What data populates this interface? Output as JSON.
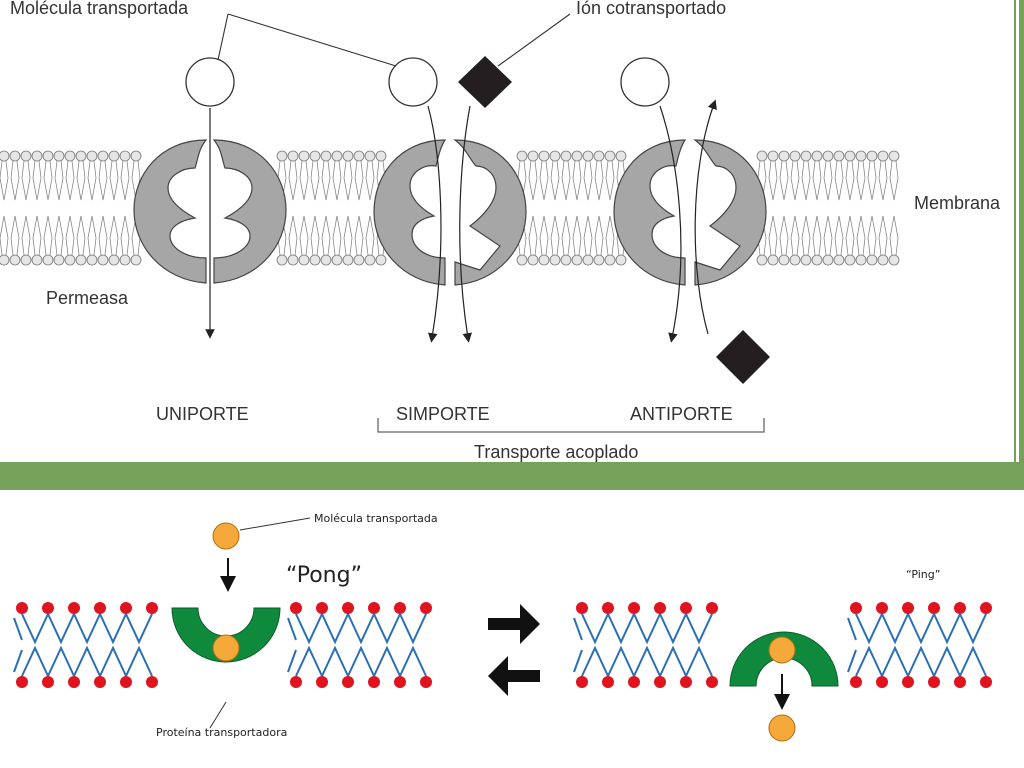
{
  "top": {
    "label_molecule": "Molécula transportada",
    "label_ion": "Ión cotransportado",
    "label_membrane": "Membrana",
    "label_permease": "Permeasa",
    "label_uniport": "UNIPORTE",
    "label_symport": "SIMPORTE",
    "label_antiport": "ANTIPORTE",
    "label_coupled": "Transporte acoplado"
  },
  "bottom": {
    "label_molecule": "Molécula transportada",
    "label_pong": "“Pong”",
    "label_ping": "“Ping”",
    "label_protein": "Proteína transportadora"
  },
  "colors": {
    "frame_green": "#76a15a",
    "protein_gray": "#a6a6a6",
    "carrier_green": "#0f8a3c",
    "molecule_orange": "#f5a93a",
    "lipid_head_red": "#e0141e",
    "lipid_tail_blue": "#2a6fb5"
  }
}
